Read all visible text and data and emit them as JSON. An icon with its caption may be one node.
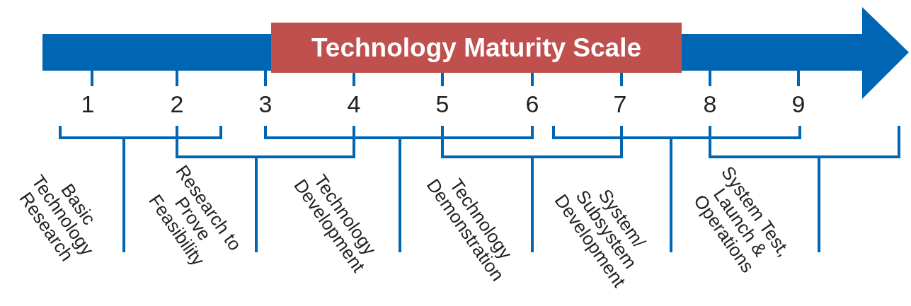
{
  "diagram": {
    "title": "Technology Maturity Scale",
    "labels": [
      "1",
      "2",
      "3",
      "4",
      "5",
      "6",
      "7",
      "8",
      "9",
      "Basic Technology Research",
      "Research to Prove Feasibility",
      "Technology Development",
      "Technology Demonstration",
      "System/ Subsystem Development",
      "System Test, Launch & Operations"
    ]
  }
}
